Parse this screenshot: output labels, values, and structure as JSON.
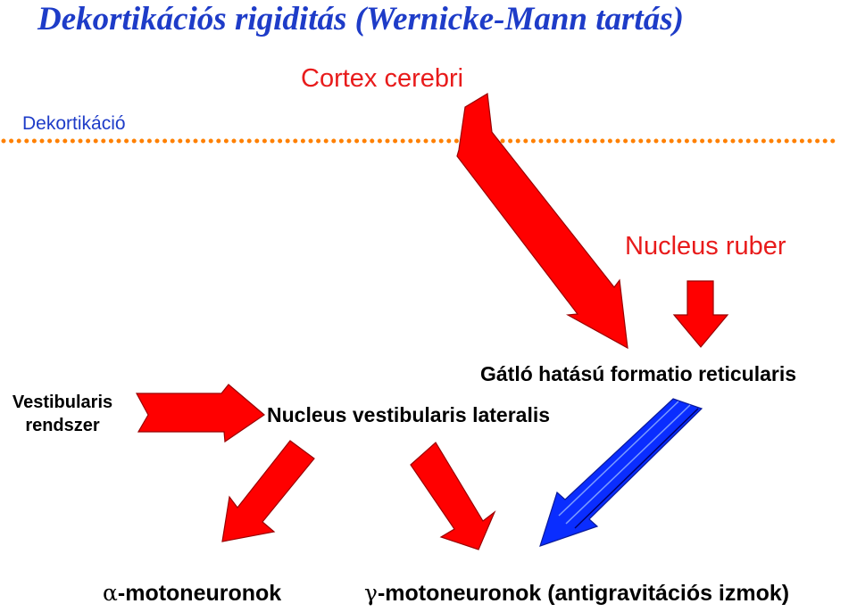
{
  "title": "Dekortikációs rigiditás (Wernicke-Mann tartás)",
  "labels": {
    "cortex": "Cortex cerebri",
    "dekortikacio": "Dekortikáció",
    "nucleus_ruber": "Nucleus ruber",
    "gatlo": "Gátló hatású formatio reticularis",
    "nucleus_vestibularis": "Nucleus vestibularis lateralis",
    "vestibularis_line1": "Vestibularis",
    "vestibularis_line2": "rendszer",
    "alpha_symbol": "α",
    "alpha_text": "-motoneuronok",
    "gamma_symbol": "γ",
    "gamma_text": "-motoneuronok (antigravitációs izmok)"
  },
  "colors": {
    "title": "#1e3cc8",
    "red_label": "#e81b1b",
    "arrow_red": "#ff0000",
    "arrow_blue": "#0a2dff",
    "dotted_line": "#ff8000"
  }
}
